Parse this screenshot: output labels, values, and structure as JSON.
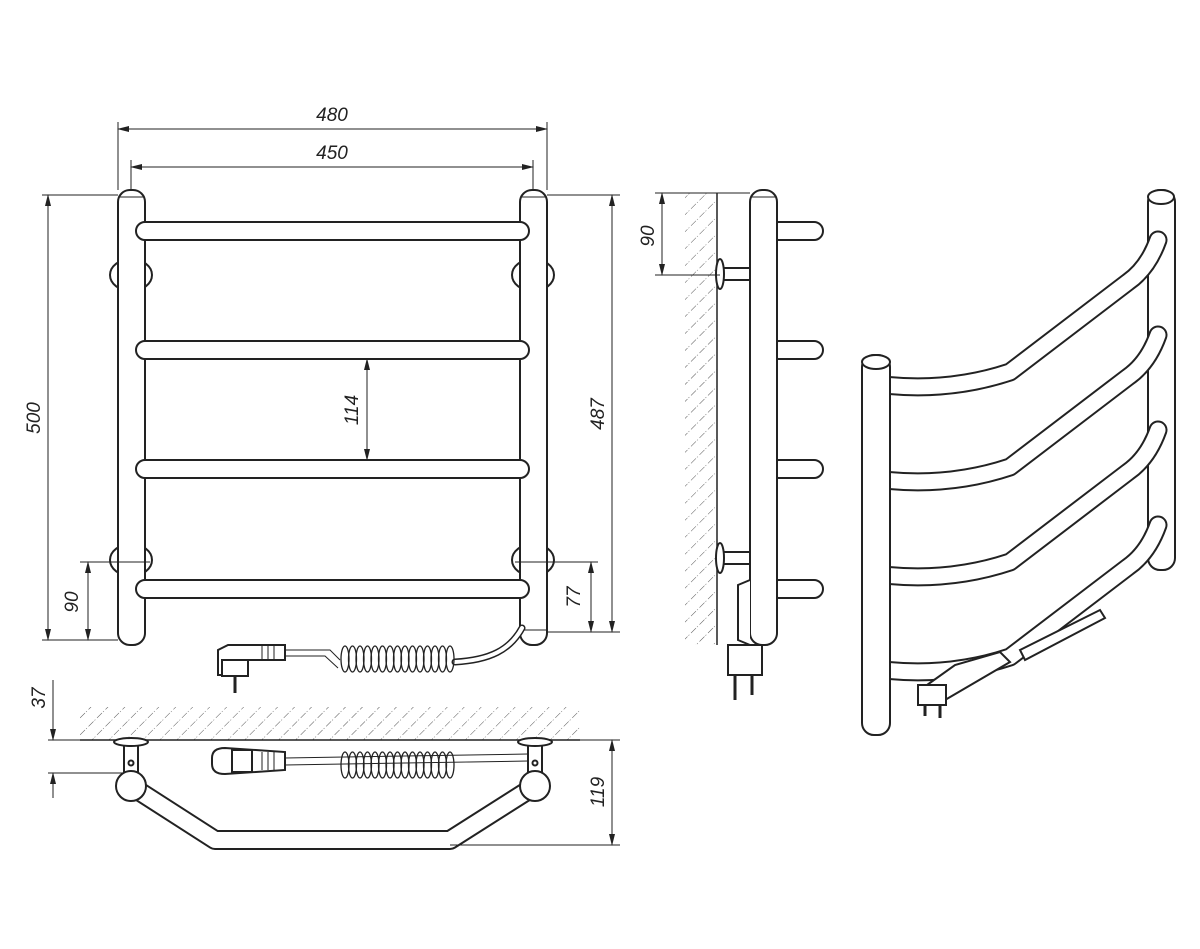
{
  "title": "Electric towel rail dimension drawing",
  "dimensions": {
    "overall_width": "480",
    "center_width": "450",
    "overall_height": "500",
    "right_height": "487",
    "rail_spacing": "114",
    "left_bottom_mount": "90",
    "right_bottom_mount": "77",
    "side_top_mount": "90",
    "wall_offset": "37",
    "depth": "119"
  },
  "colors": {
    "line": "#222222",
    "background": "#ffffff"
  }
}
